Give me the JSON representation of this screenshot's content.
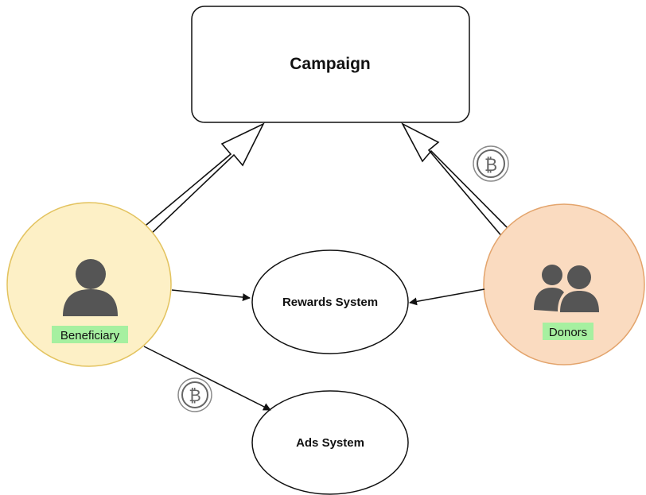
{
  "nodes": {
    "campaign": {
      "label": "Campaign"
    },
    "rewards": {
      "label": "Rewards System"
    },
    "ads": {
      "label": "Ads System"
    },
    "beneficiary": {
      "label": "Beneficiary"
    },
    "donors": {
      "label": "Donors"
    }
  },
  "icons": {
    "beneficiary": "person-icon",
    "donors": "people-icon",
    "coin": "bitcoin-coin-icon"
  },
  "colors": {
    "beneficiary_fill": "#fdf0c6",
    "beneficiary_stroke": "#e3c35f",
    "donors_fill": "#fadbc0",
    "donors_stroke": "#e3a46c",
    "label_highlight": "#a6f0a0",
    "icon_fill": "#555555",
    "stroke": "#111111"
  }
}
